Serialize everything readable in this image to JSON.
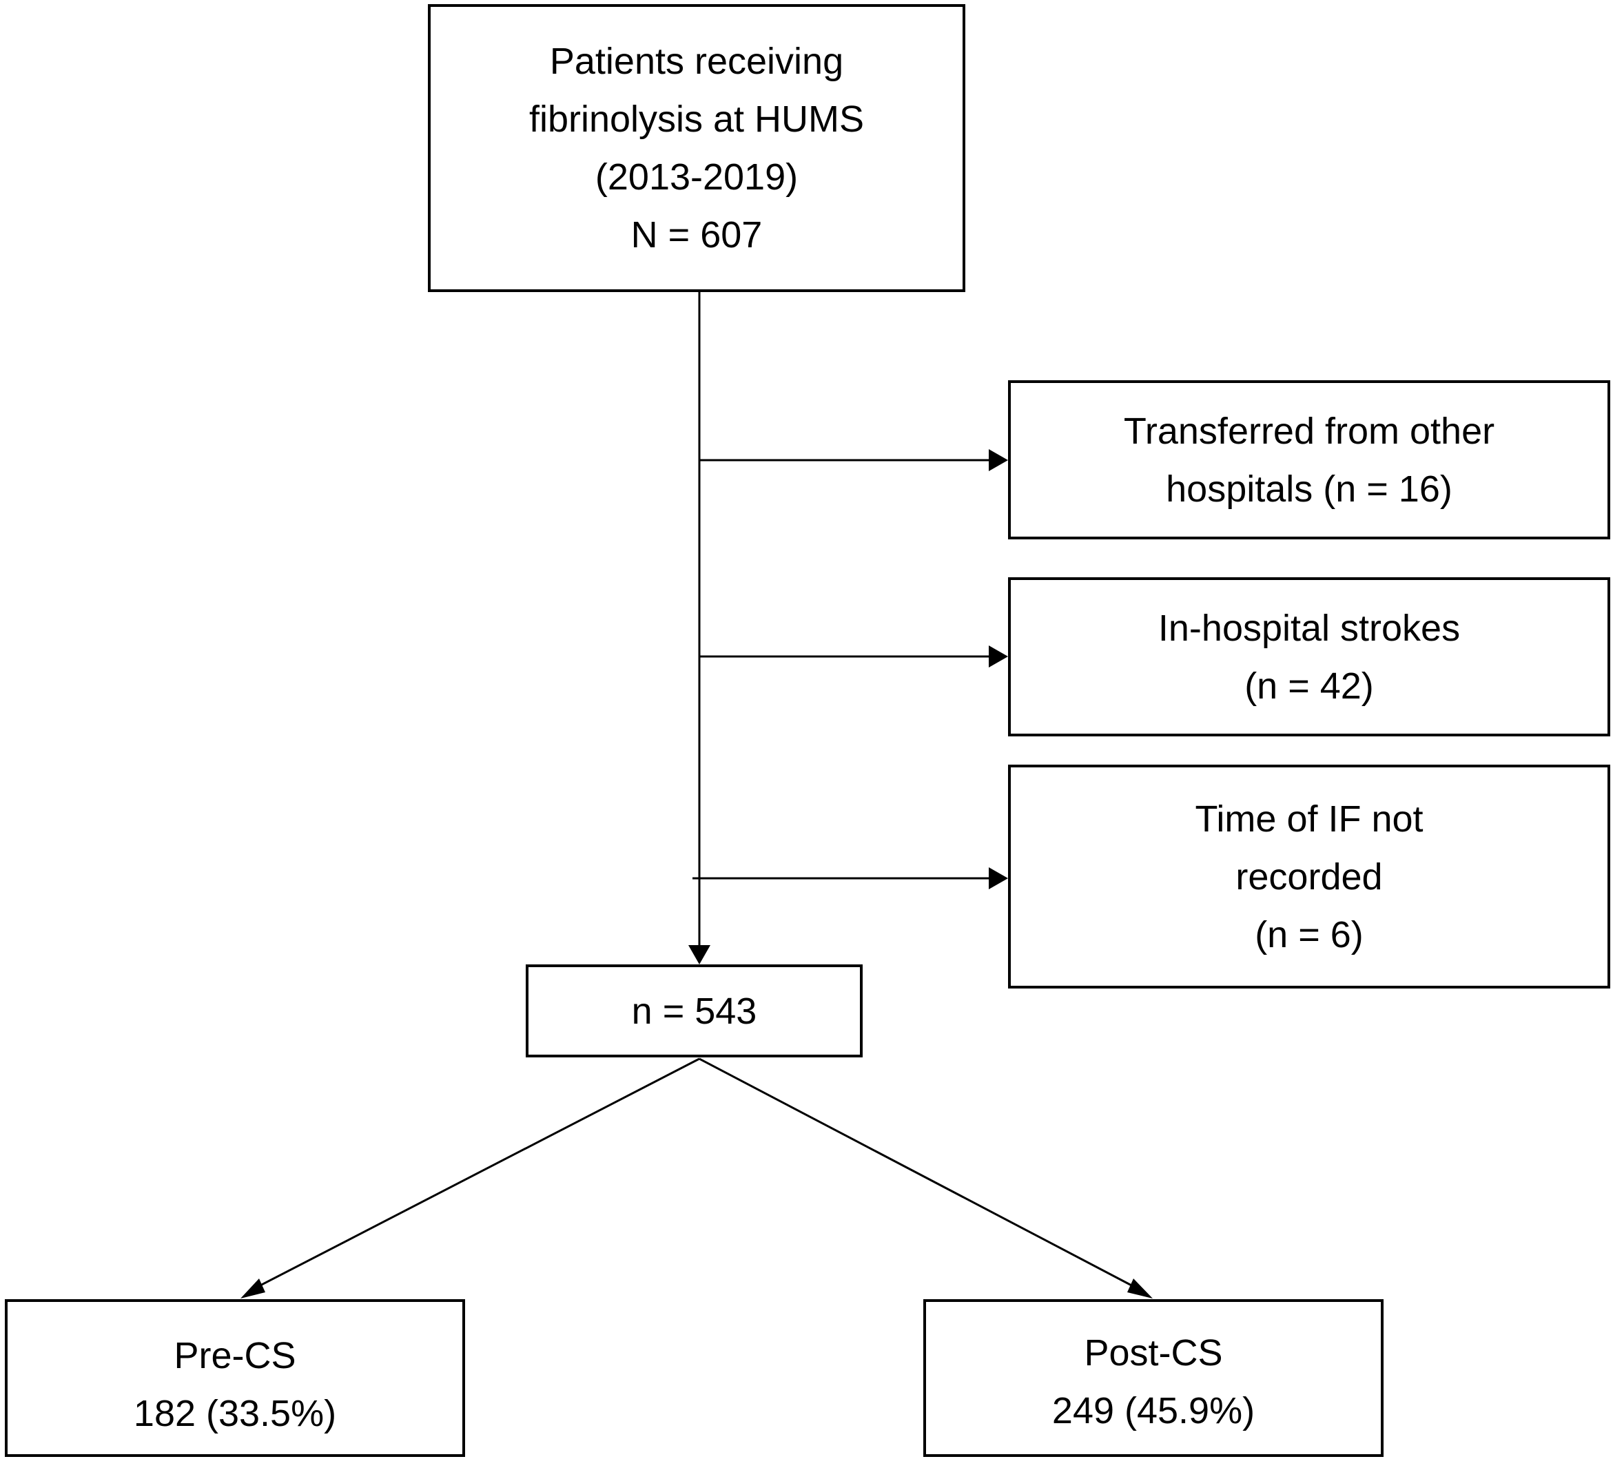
{
  "enrolled": {
    "line1": "Patients receiving",
    "line2": "fibrinolysis at HUMS",
    "line3": "(2013-2019)",
    "line4": "N = 607"
  },
  "exclusions": [
    {
      "line1": "Transferred from other",
      "line2": "hospitals (n = 16)"
    },
    {
      "line1": "In-hospital strokes",
      "line2": "(n = 42)"
    },
    {
      "line1": "Time of IF not",
      "line2": "recorded",
      "line3": "(n = 6)"
    }
  ],
  "analyzed": {
    "label": "n = 543"
  },
  "groups": [
    {
      "name": "Pre-CS",
      "value": "182 (33.5%)"
    },
    {
      "name": "Post-CS",
      "value": "249 (45.9%)"
    }
  ]
}
